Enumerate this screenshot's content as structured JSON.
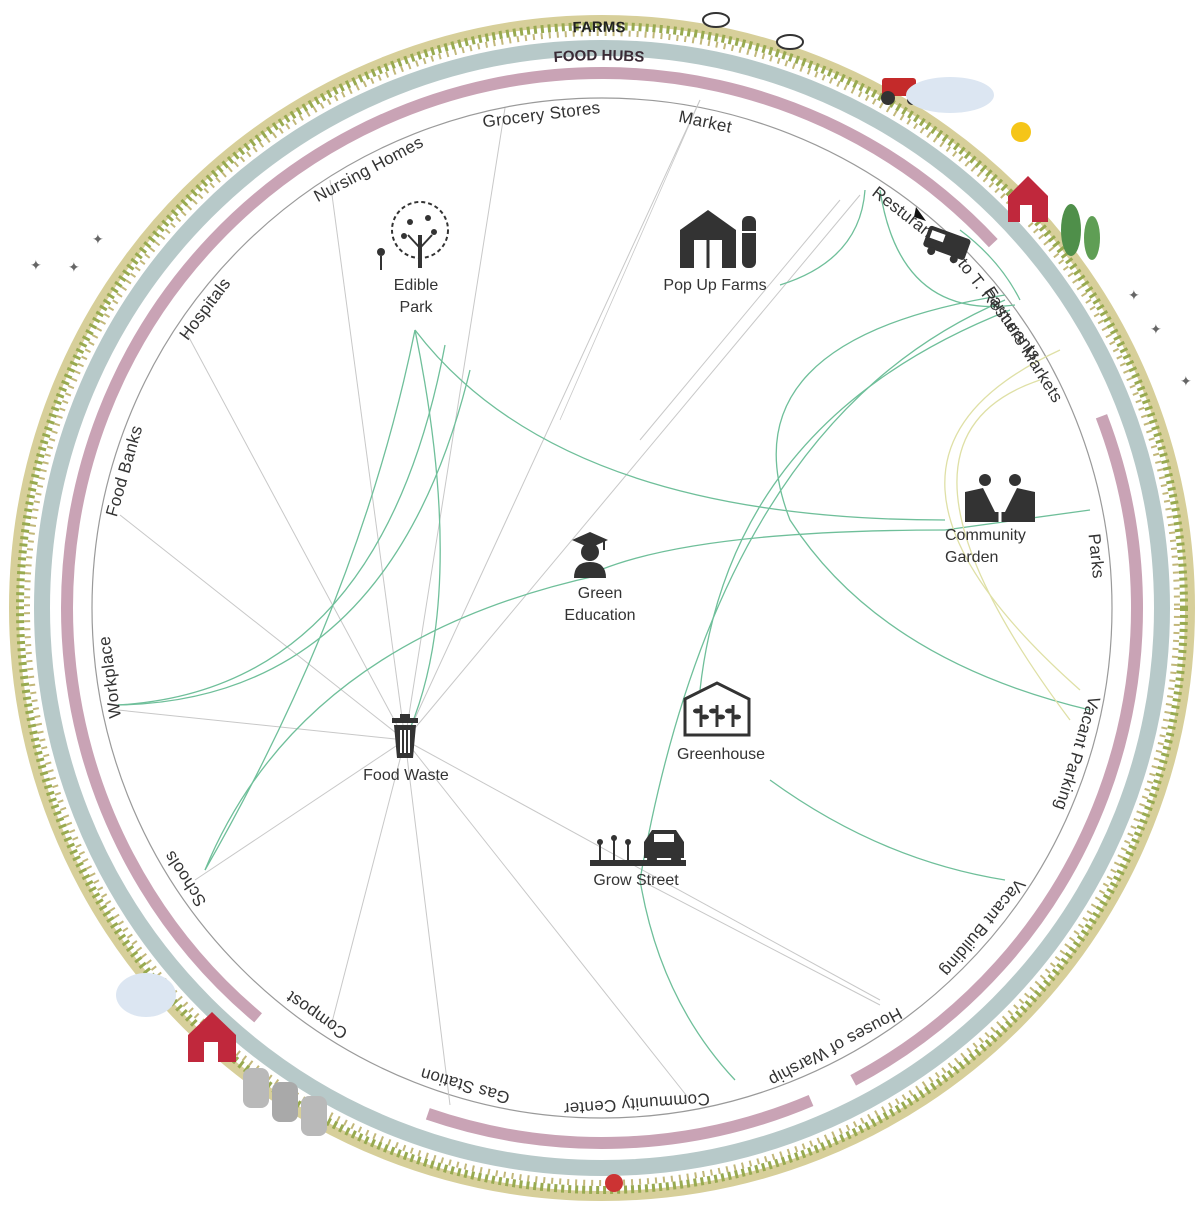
{
  "bands": {
    "outer": "FARMS",
    "inner": "FOOD HUBS"
  },
  "locations": [
    "Grocery Stores",
    "Market",
    "Resturants",
    "F. to T. Resturants",
    "Farmers Markets",
    "Parks",
    "Vacant Parking",
    "Vacant Building",
    "Houses of Warship",
    "Community Center",
    "Gas Station",
    "Compost",
    "Schools",
    "Workplace",
    "Food Banks",
    "Hospitals",
    "Nursing Homes"
  ],
  "hubs": {
    "edible_park": "Edible Park",
    "pop_up_farms": "Pop Up Farms",
    "food_truck": "Food Truck",
    "community_garden": "Community Garden",
    "green_education": "Green Education",
    "greenhouse": "Greenhouse",
    "food_waste": "Food Waste",
    "grow_street": "Grow Street"
  },
  "icons": {
    "edible_park": "tree-icon",
    "pop_up_farms": "barn-silo-icon",
    "food_truck": "food-truck-icon",
    "community_garden": "gardening-people-icon",
    "green_education": "graduate-icon",
    "greenhouse": "greenhouse-icon",
    "food_waste": "trash-can-icon",
    "grow_street": "street-car-icon"
  },
  "colors": {
    "farms_band": "#b7c9c9",
    "food_hubs_band": "#c9a3b5",
    "inner_ring": "#aaaaaa",
    "link_green": "#6fbf9a",
    "link_grey": "#c8c8c8",
    "link_yellow": "#dfe0a6",
    "grass": "#8da044"
  }
}
